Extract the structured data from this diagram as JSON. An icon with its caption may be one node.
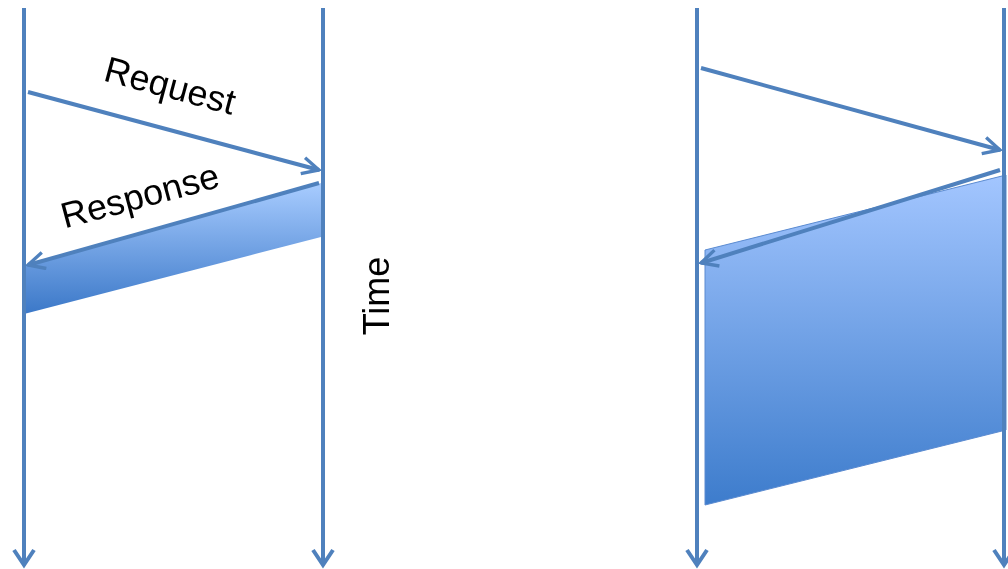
{
  "diagram": {
    "nodes": [
      {
        "text": [],
        "shape": "bar"
      },
      {
        "text": [],
        "shape": "bar"
      },
      {
        "text": [],
        "shape": "bar"
      },
      {
        "text": [],
        "shape": "bar"
      }
    ],
    "edges": [
      {
        "from": 0,
        "to": 1,
        "arrow": "to",
        "label": "Request"
      },
      {
        "from": 1,
        "to": 0,
        "arrow": "to",
        "label": "Response"
      },
      {
        "from": 2,
        "to": 3,
        "arrow": "to"
      },
      {
        "from": 3,
        "to": 2,
        "arrow": "to"
      }
    ],
    "labels": [
      "Time"
    ]
  }
}
